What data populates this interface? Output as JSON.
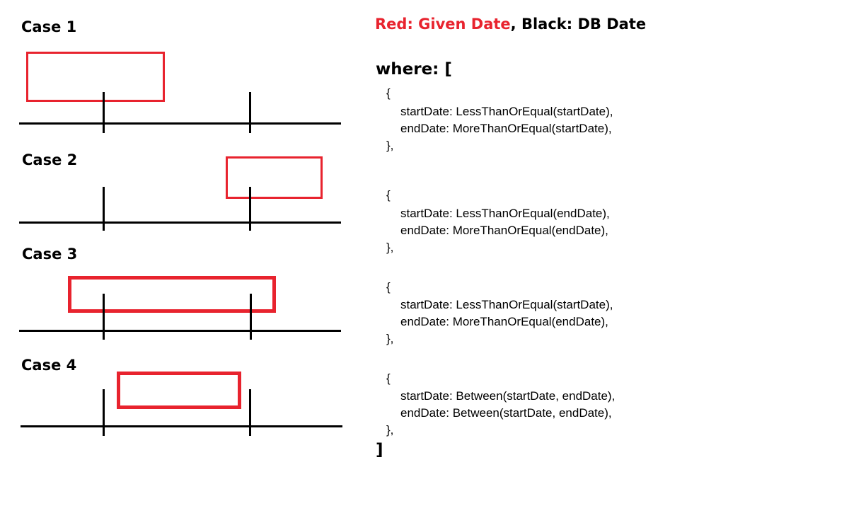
{
  "cases": [
    {
      "title": "Case 1"
    },
    {
      "title": "Case 2"
    },
    {
      "title": "Case 3"
    },
    {
      "title": "Case 4"
    }
  ],
  "legend": {
    "red_label": "Red: Given Date",
    "separator": ", ",
    "black_label": "Black: DB Date"
  },
  "code": {
    "where_open": "where: [",
    "blocks": [
      {
        "open": "{",
        "line1": "startDate: LessThanOrEqual(startDate),",
        "line2": "endDate: MoreThanOrEqual(startDate),",
        "close": "},"
      },
      {
        "open": "{",
        "line1": "startDate: LessThanOrEqual(endDate),",
        "line2": "endDate: MoreThanOrEqual(endDate),",
        "close": "},"
      },
      {
        "open": "{",
        "line1": "startDate: LessThanOrEqual(startDate),",
        "line2": "endDate: MoreThanOrEqual(endDate),",
        "close": "},"
      },
      {
        "open": "{",
        "line1": "startDate: Between(startDate, endDate),",
        "line2": "endDate: Between(startDate, endDate),",
        "close": "},"
      }
    ],
    "where_close": "]"
  },
  "colors": {
    "given_date": "#e8232e",
    "db_date": "#000000"
  }
}
